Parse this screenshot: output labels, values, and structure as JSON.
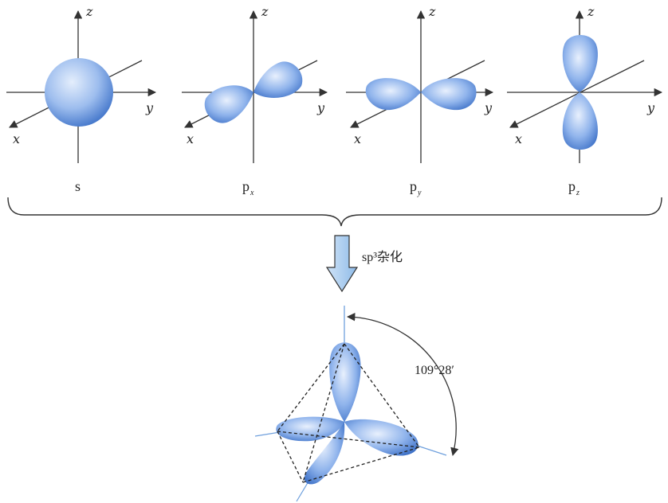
{
  "orbitals": [
    {
      "id": "s",
      "label_main": "s",
      "label_sub": ""
    },
    {
      "id": "px",
      "label_main": "p",
      "label_sub": "x"
    },
    {
      "id": "py",
      "label_main": "p",
      "label_sub": "y"
    },
    {
      "id": "pz",
      "label_main": "p",
      "label_sub": "z"
    }
  ],
  "axis_labels": {
    "x": "x",
    "y": "y",
    "z": "z"
  },
  "hybridization_label": "sp³杂化",
  "bond_angle": "109°28′",
  "colors": {
    "lobe_light": "#dde9fb",
    "lobe_mid": "#8fb4ec",
    "lobe_dark": "#3f73c9",
    "arrow": "#9ec6ee",
    "line": "#333333"
  }
}
